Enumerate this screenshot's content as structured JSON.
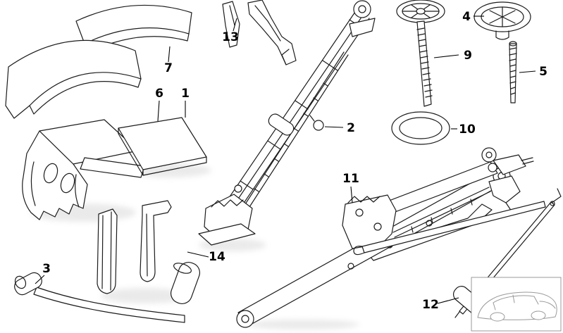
{
  "diagram": {
    "type": "car-onboard-tools-parts-diagram",
    "labels": [
      {
        "text": "1",
        "part": "tool-tray-board"
      },
      {
        "text": "2",
        "part": "jack-spindle-knob"
      },
      {
        "text": "3",
        "part": "lug-wrench"
      },
      {
        "text": "4",
        "part": "cover-cap"
      },
      {
        "text": "5",
        "part": "threaded-bolt"
      },
      {
        "text": "6",
        "part": "wheel-chock"
      },
      {
        "text": "7",
        "part": "foam-wedge"
      },
      {
        "text": "9",
        "part": "screw-spindle-with-disc"
      },
      {
        "text": "10",
        "part": "seal-ring"
      },
      {
        "text": "11",
        "part": "scissor-jack"
      },
      {
        "text": "12",
        "part": "jack-crank-handle"
      },
      {
        "text": "13",
        "part": "mounting-bracket"
      },
      {
        "text": "14",
        "part": "tool-holder-brackets"
      }
    ],
    "colors": {
      "background": "#ffffff",
      "line": "#1c1c1c",
      "label_text": "#000000",
      "thumbnail_stroke": "#9a9a9a"
    }
  }
}
